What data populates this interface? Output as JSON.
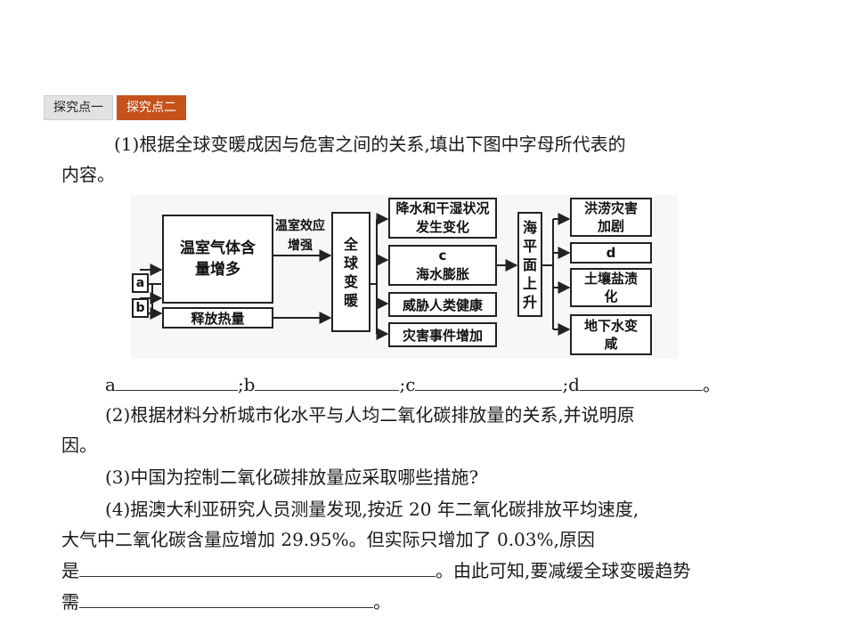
{
  "tabs": [
    "探究点一",
    "探究点二"
  ],
  "q1_line1": "(1)根据全球变暖成因与危害之间的关系,填出下图中字母所代表的",
  "q1_line2": "内容。",
  "diagram": {
    "ghg_box": "温室气体含量增多",
    "release_heat": "释放热量",
    "a": "a",
    "b": "b",
    "effect_label": "温室效应增强",
    "global_warming": "全球变暖",
    "precip": "降水和干湿状况发生变化",
    "c": "c",
    "expansion": "海水膨胀",
    "health": "威胁人类健康",
    "disaster": "灾害事件增加",
    "sea_rise": "海平面上升",
    "flood": "洪涝灾害加剧",
    "d": "d",
    "salinization": "土壤盐渍化",
    "groundwater": "地下水变咸"
  },
  "fill": {
    "a": "a",
    "b": ";b",
    "c": ";c",
    "d": ";d",
    "end": "。"
  },
  "q2_line1": "(2)根据材料分析城市化水平与人均二氧化碳排放量的关系,并说明原",
  "q2_line2": "因。",
  "q3": "(3)中国为控制二氧化碳排放量应采取哪些措施?",
  "q4_line1": "(4)据澳大利亚研究人员测量发现,按近 20 年二氧化碳排放平均速度,",
  "q4_line2": "大气中二氧化碳含量应增加 29.95%。但实际只增加了 0.03%,原因",
  "q4_line3_pre": "是",
  "q4_line3_post": "。由此可知,要减缓全球变暖趋势",
  "q4_line4_pre": "需",
  "q4_line4_post": "。"
}
